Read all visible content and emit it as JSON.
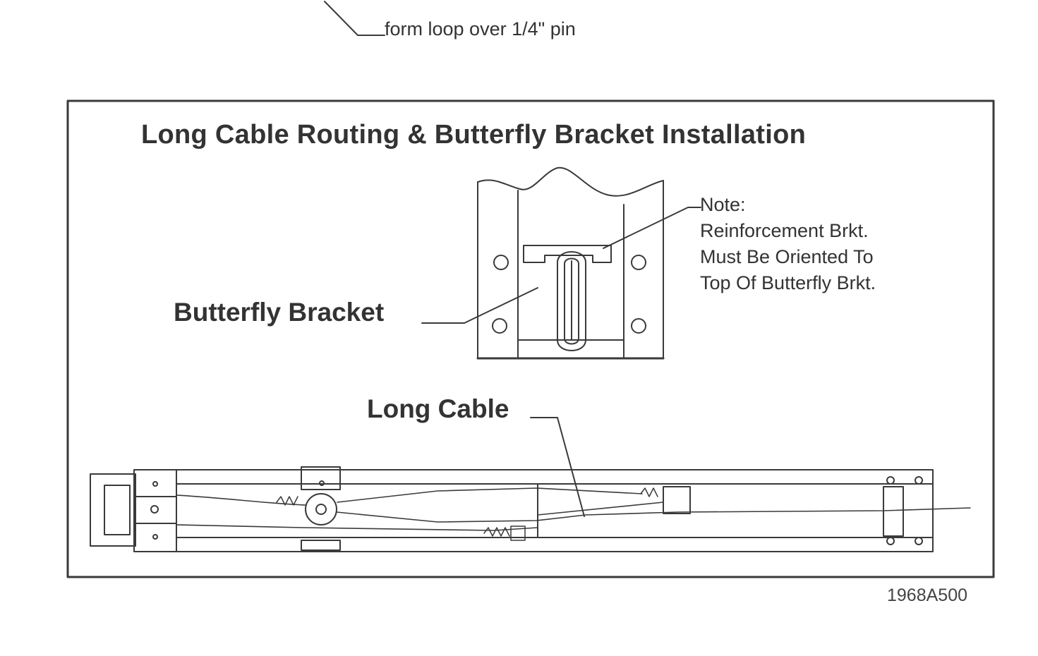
{
  "top_callout": "form loop over 1/4\" pin",
  "title": "Long Cable Routing & Butterfly Bracket Installation",
  "labels": {
    "butterfly_bracket": "Butterfly Bracket",
    "long_cable": "Long Cable"
  },
  "note": {
    "heading": "Note:",
    "lines": [
      "Reinforcement Brkt.",
      "Must Be Oriented To",
      "Top Of Butterfly Brkt."
    ]
  },
  "part_number": "1968A500"
}
